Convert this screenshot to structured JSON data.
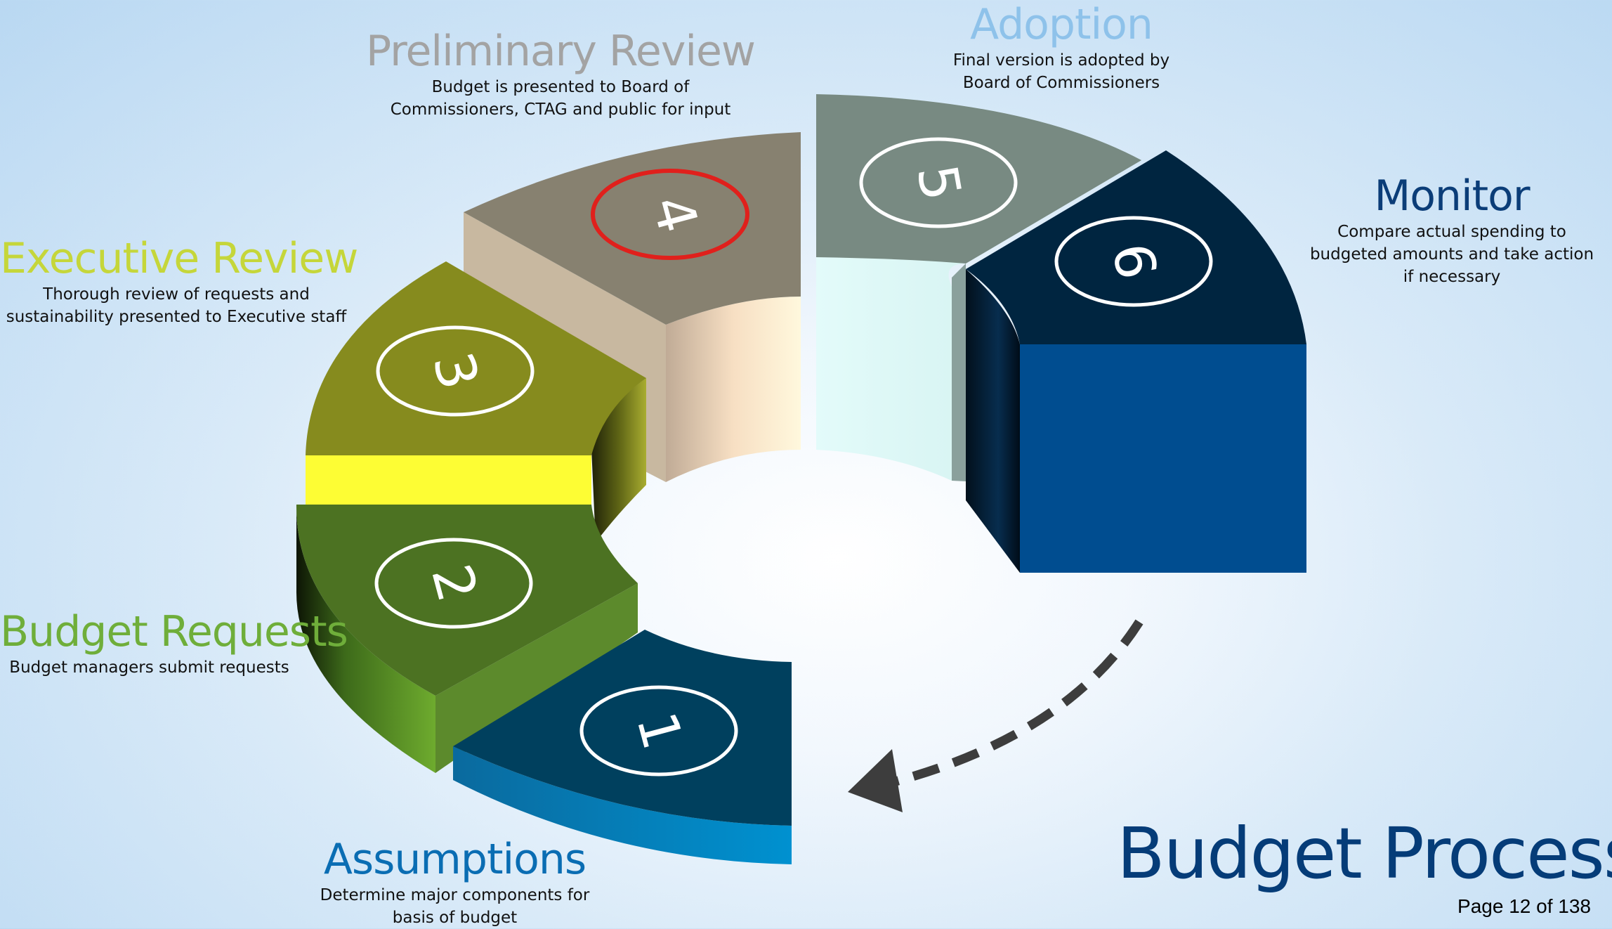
{
  "page": {
    "title": "Budget Process",
    "page_number": "Page 12 of 138"
  },
  "stages": [
    {
      "number": "1",
      "title": "Assumptions",
      "description": "Determine major components for basis of budget",
      "title_color": "#0a6db3"
    },
    {
      "number": "2",
      "title": "Budget Requests",
      "description": "Budget managers submit requests",
      "title_color": "#6fae3a"
    },
    {
      "number": "3",
      "title": "Executive Review",
      "description": "Thorough review of requests and sustainability presented to Executive staff",
      "title_color": "#c5d63a"
    },
    {
      "number": "4",
      "title": "Preliminary Review",
      "description": "Budget is presented to Board of Commissioners, CTAG and public for input",
      "title_color": "#a3a3a3"
    },
    {
      "number": "5",
      "title": "Adoption",
      "description": "Final version is adopted by Board of Commissioners",
      "title_color": "#8ec2ea"
    },
    {
      "number": "6",
      "title": "Monitor",
      "description": "Compare actual spending to budgeted amounts and take action if necessary",
      "title_color": "#0b3d78"
    }
  ],
  "colors": {
    "segment_1": "#00405e",
    "segment_2": "#4c7222",
    "segment_3": "#868b1e",
    "segment_4": "#878170",
    "segment_5": "#788a82",
    "segment_6": "#002540",
    "highlight_ring": "#e0201c",
    "cycle_arrow": "#3d3d3d"
  }
}
